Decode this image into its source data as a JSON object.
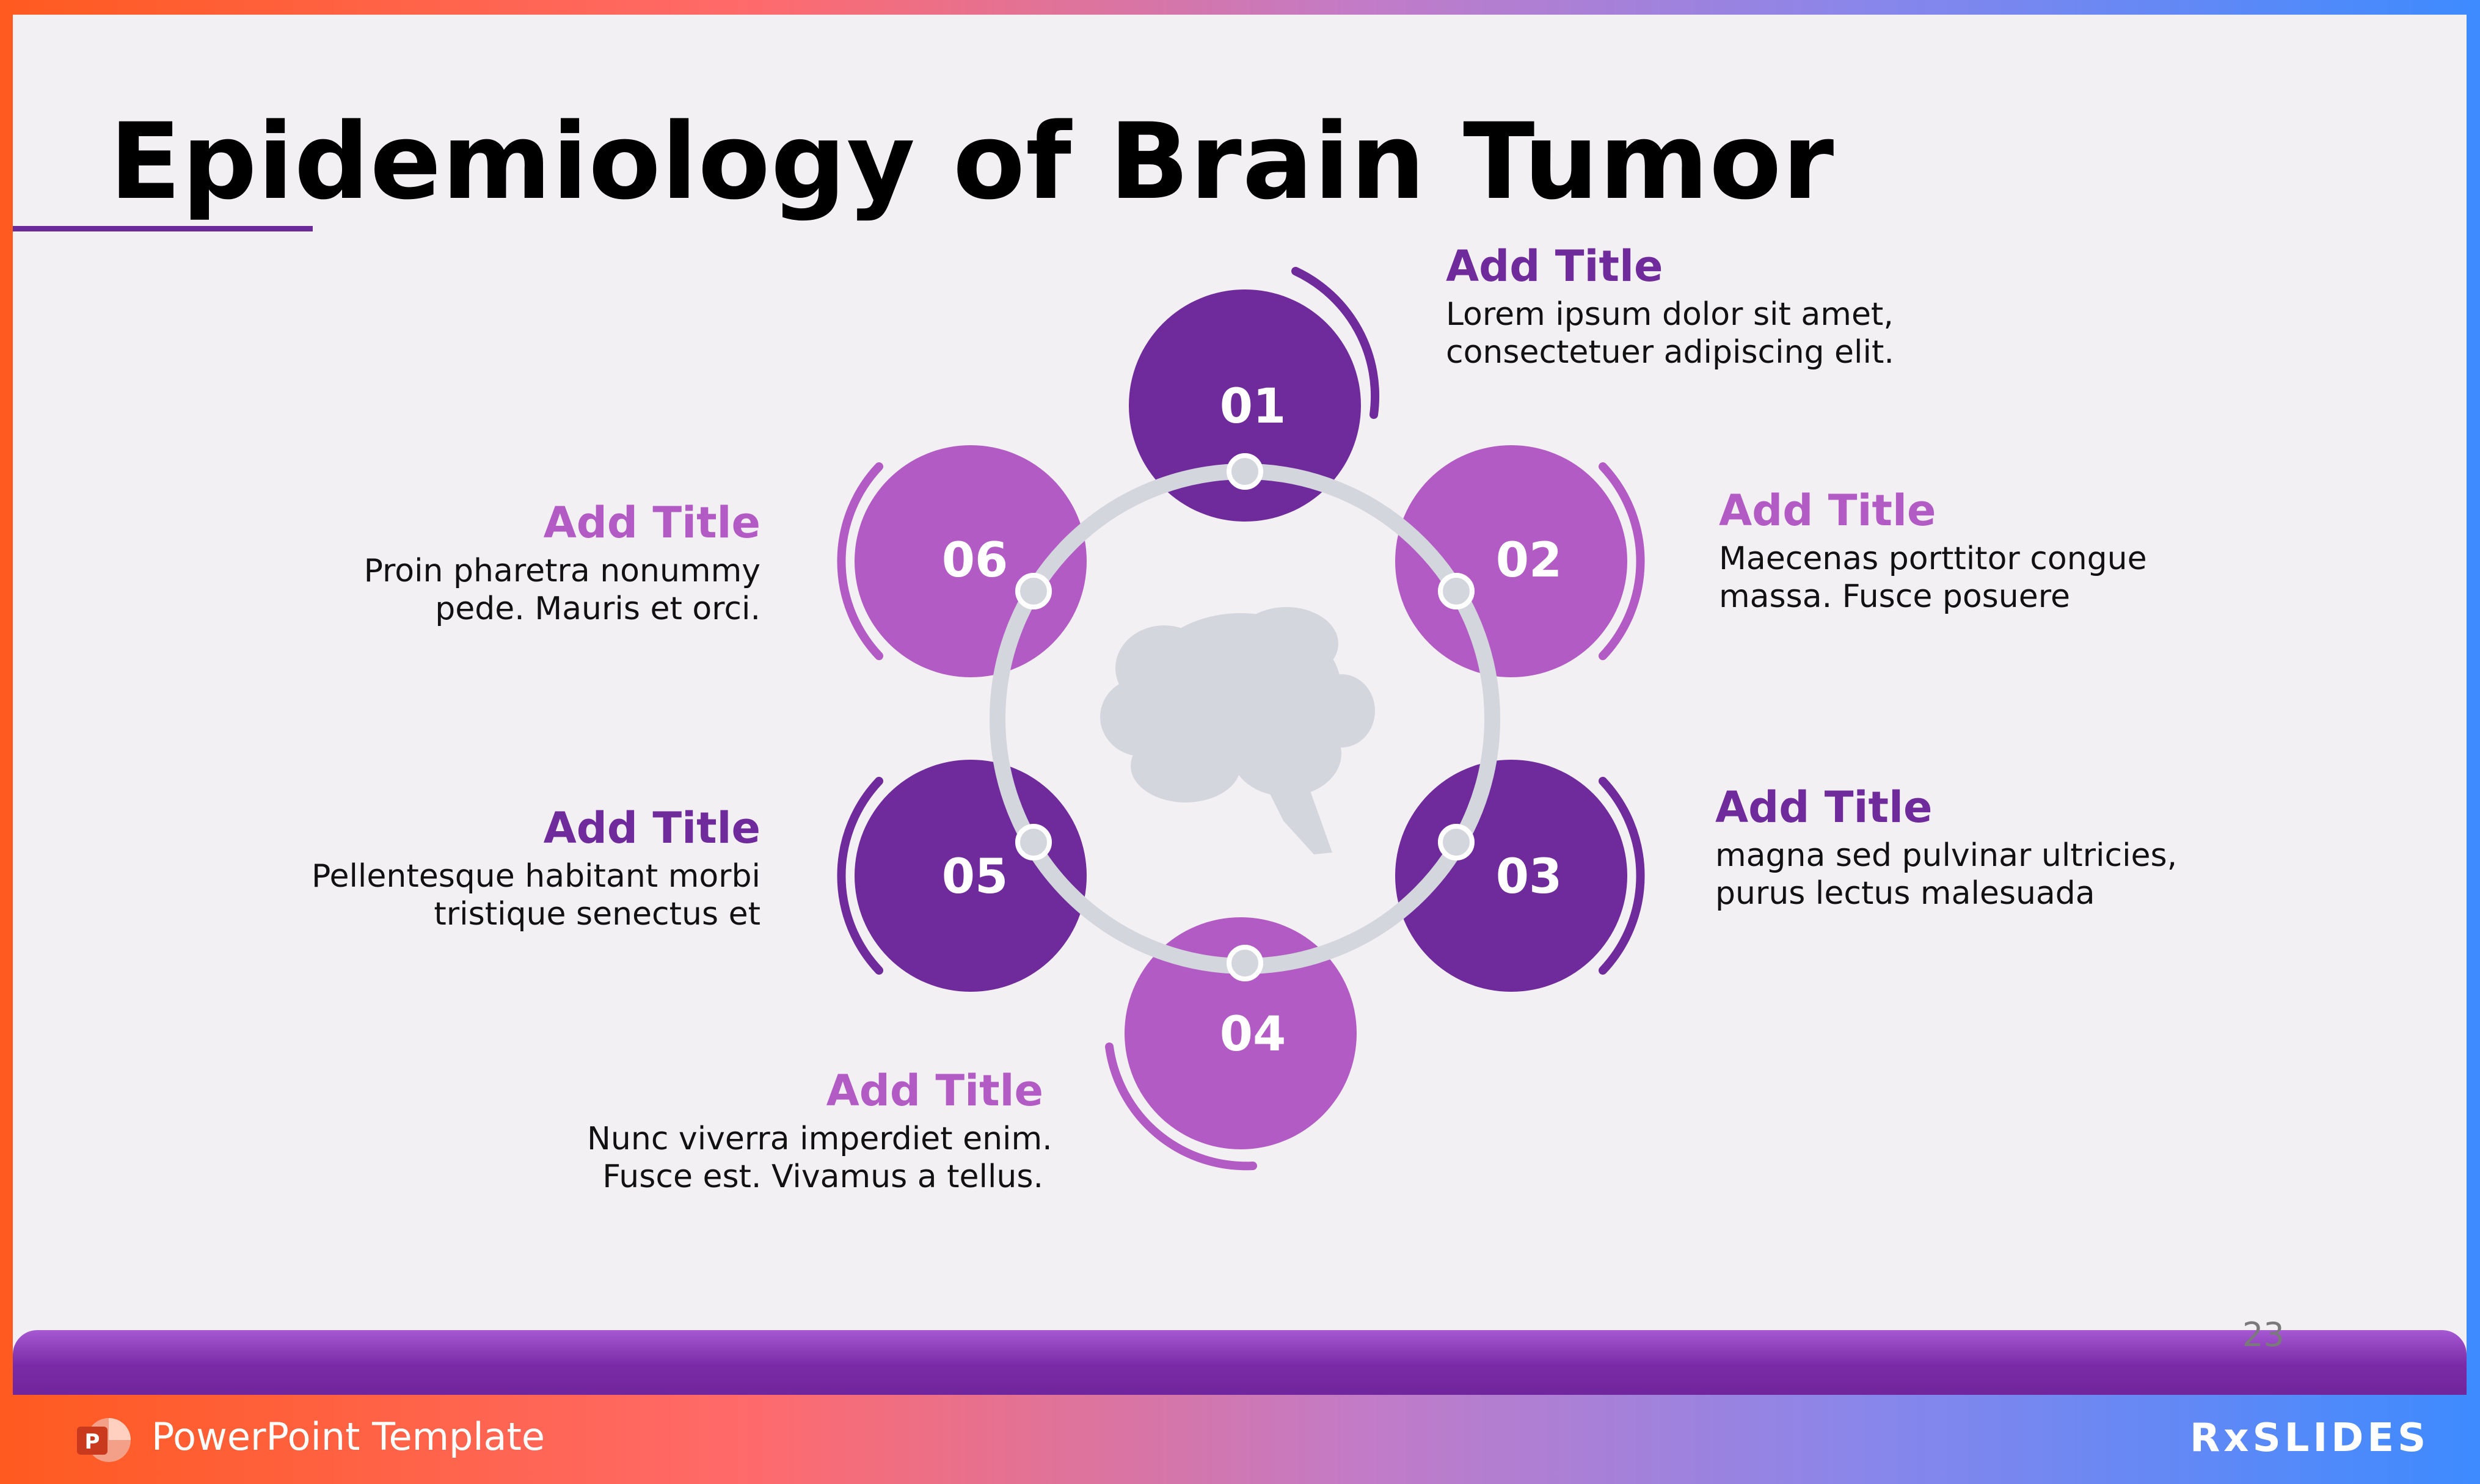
{
  "slide": {
    "title": "Epidemiology of Brain Tumor",
    "page_number": "23"
  },
  "colors": {
    "dark_purple": "#6f2a9c",
    "light_purple": "#b25bc4",
    "ring_gray": "#d3d6dc",
    "title_underline": "#6b2a9a"
  },
  "steps": [
    {
      "number": "01",
      "title": "Add Title",
      "body_line1": "Lorem ipsum dolor sit amet,",
      "body_line2": "consectetuer adipiscing elit.",
      "tone": "dark"
    },
    {
      "number": "02",
      "title": "Add Title",
      "body_line1": "Maecenas porttitor congue",
      "body_line2": "massa. Fusce posuere",
      "tone": "light"
    },
    {
      "number": "03",
      "title": "Add Title",
      "body_line1": "magna sed pulvinar ultricies,",
      "body_line2": "purus lectus malesuada",
      "tone": "dark"
    },
    {
      "number": "04",
      "title": "Add Title",
      "body_line1": "Nunc viverra imperdiet enim.",
      "body_line2": "Fusce est. Vivamus a tellus.",
      "tone": "light"
    },
    {
      "number": "05",
      "title": "Add Title",
      "body_line1": "Pellentesque habitant morbi",
      "body_line2": "tristique senectus et",
      "tone": "dark"
    },
    {
      "number": "06",
      "title": "Add Title",
      "body_line1": "Proin pharetra nonummy",
      "body_line2": "pede. Mauris et orci.",
      "tone": "light"
    }
  ],
  "center_icon": "brain-icon",
  "footer": {
    "app_icon": "powerpoint-icon",
    "label": "PowerPoint Template",
    "brand": "RxSLIDES"
  }
}
